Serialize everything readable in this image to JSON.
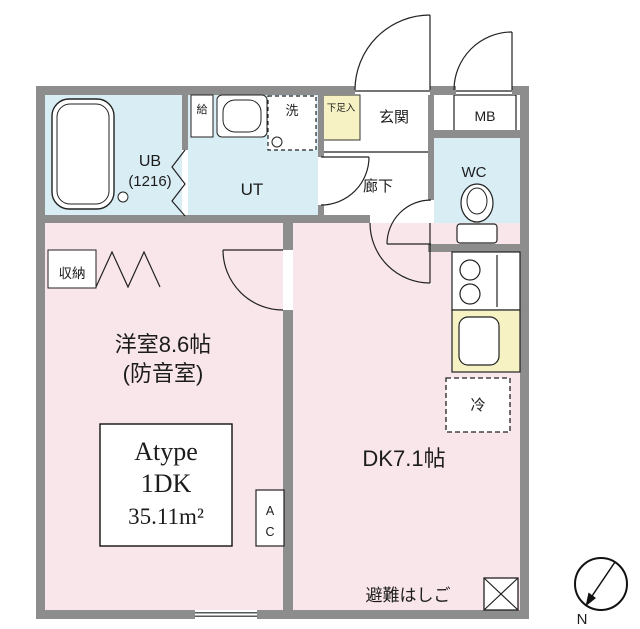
{
  "floorplan": {
    "unit_box": {
      "line1": "Atype",
      "line2": "1DK",
      "line3": "35.11m²"
    },
    "rooms": {
      "western": "洋室8.6帖",
      "western_note": "(防音室)",
      "dk": "DK7.1帖",
      "ub": "UB",
      "ub_size": "(1216)",
      "ut": "UT",
      "wc": "WC",
      "entrance": "玄関",
      "hallway": "廊下",
      "meter_box": "MB",
      "closet": "収納",
      "shoe_cabinet": "下足入"
    },
    "fixtures": {
      "washer": "洗",
      "water_heater": "給",
      "fridge": "冷",
      "ac": [
        "A",
        "C"
      ],
      "escape_ladder": "避難はしご"
    },
    "compass": {
      "north": "N"
    },
    "colors": {
      "wall_gray": "#8d8d8d",
      "room_pink": "#f9e6ea",
      "wet_blue": "#d9edf5",
      "yellow": "#f6f2c3",
      "line": "#1a1a1a"
    }
  }
}
